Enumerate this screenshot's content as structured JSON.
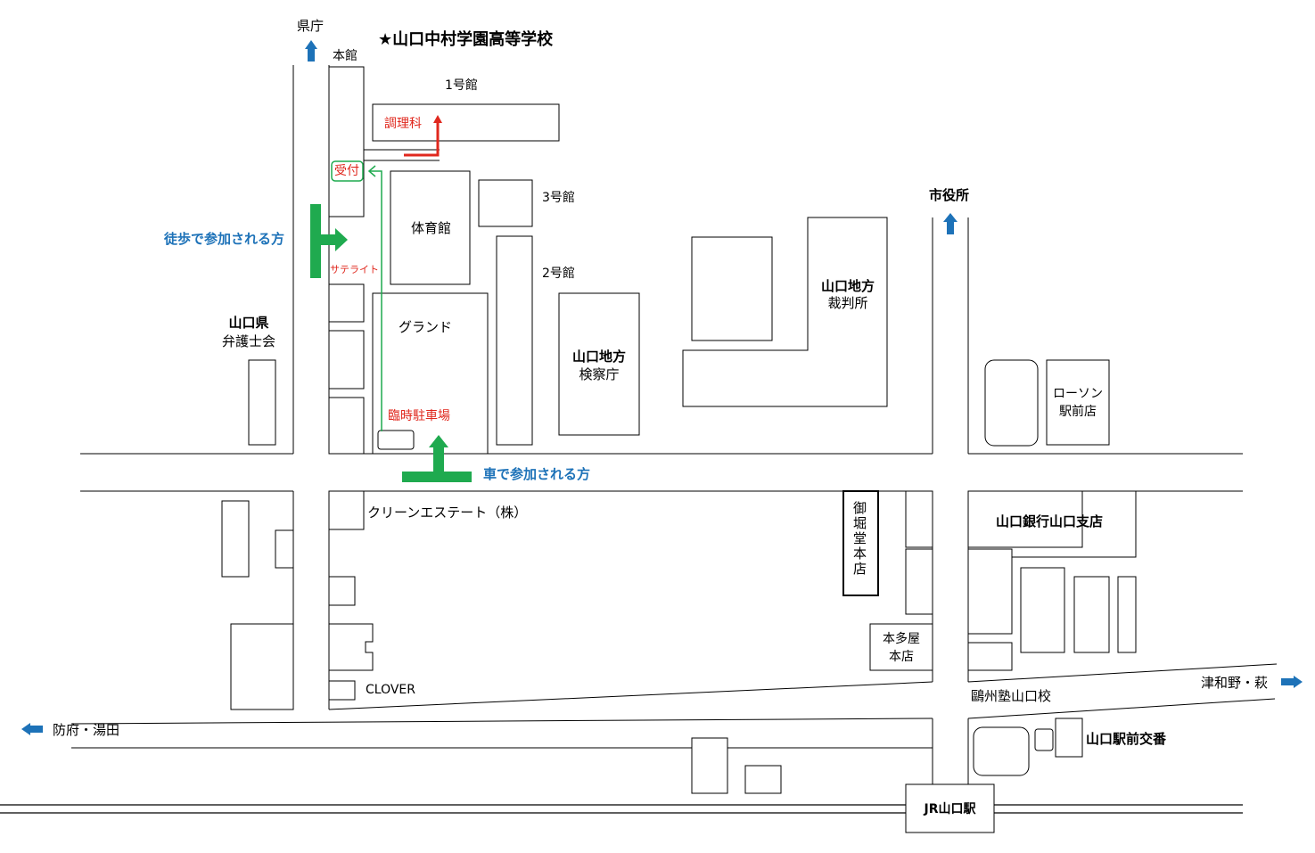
{
  "map": {
    "title": "★山口中村学園高等学校",
    "buildings": {
      "main": "本館",
      "b1": "1号館",
      "b2": "2号館",
      "b3": "3号館",
      "gym": "体育館",
      "ground": "グランド",
      "cooking": "調理科",
      "reception": "受付",
      "satellite": "サテライト",
      "temp_parking": "臨時駐車場"
    },
    "access": {
      "walk": "徒歩で参加される方",
      "car": "車で参加される方"
    },
    "landmarks": {
      "prefecture_office": "県庁",
      "city_hall": "市役所",
      "bar_assoc_line1": "山口県",
      "bar_assoc_line2": "弁護士会",
      "court_line1": "山口地方",
      "court_line2": "裁判所",
      "prosecutor_line1": "山口地方",
      "prosecutor_line2": "検察庁",
      "lawson_line1": "ローソン",
      "lawson_line2": "駅前店",
      "clean_estate": "クリーンエステート（株）",
      "mihori": "御堀堂本店",
      "bank": "山口銀行山口支店",
      "hondaya_line1": "本多屋",
      "hondaya_line2": "本店",
      "clover": "CLOVER",
      "juku": "鷗州塾山口校",
      "koban": "山口駅前交番",
      "station": "JR山口駅"
    },
    "directions": {
      "west": "防府・湯田",
      "east": "津和野・萩"
    },
    "colors": {
      "route_green": "#1faa4f",
      "arrow_blue": "#1d72b8",
      "route_red": "#e0281e",
      "line": "#000000"
    }
  }
}
